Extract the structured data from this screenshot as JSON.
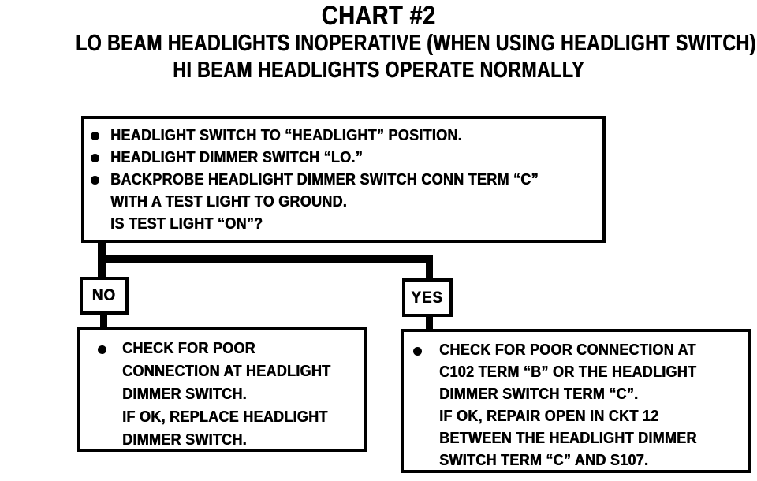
{
  "colors": {
    "ink": "#000000",
    "paper": "#ffffff"
  },
  "icons": {
    "bullet": "●"
  },
  "header": {
    "title": "CHART #2",
    "subtitle_line1": "LO BEAM HEADLIGHTS INOPERATIVE (WHEN USING HEADLIGHT SWITCH),",
    "subtitle_line2": "HI BEAM HEADLIGHTS OPERATE NORMALLY"
  },
  "flowchart": {
    "question_box": {
      "bullets": [
        {
          "lines": [
            "HEADLIGHT SWITCH TO “HEADLIGHT” POSITION."
          ]
        },
        {
          "lines": [
            "HEADLIGHT DIMMER SWITCH “LO.”"
          ]
        },
        {
          "lines": [
            "BACKPROBE HEADLIGHT DIMMER SWITCH CONN TERM “C”",
            "WITH A TEST LIGHT TO GROUND.",
            "IS TEST LIGHT “ON”?"
          ]
        }
      ]
    },
    "branches": {
      "no_label": "NO",
      "yes_label": "YES"
    },
    "no_result_box": {
      "bullets": [
        {
          "lines": [
            "CHECK FOR POOR",
            "CONNECTION AT HEADLIGHT",
            "DIMMER SWITCH.",
            "IF OK, REPLACE HEADLIGHT",
            "DIMMER SWITCH."
          ]
        }
      ]
    },
    "yes_result_box": {
      "bullets": [
        {
          "lines": [
            "CHECK FOR POOR CONNECTION AT",
            "C102 TERM “B” OR THE HEADLIGHT",
            "DIMMER SWITCH TERM “C”.",
            "IF OK, REPAIR OPEN IN CKT 12",
            "BETWEEN THE HEADLIGHT DIMMER",
            "SWITCH TERM “C” AND S107."
          ]
        }
      ]
    }
  }
}
